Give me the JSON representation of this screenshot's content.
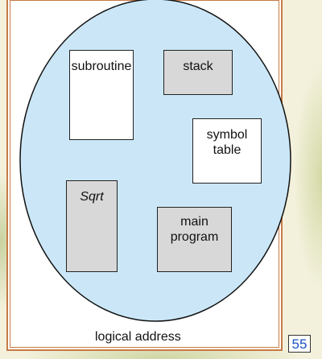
{
  "diagram": {
    "caption": "logical address",
    "segments": {
      "subroutine": "subroutine",
      "stack": "stack",
      "symbol_table_line1": "symbol",
      "symbol_table_line2": "table",
      "sqrt": "Sqrt",
      "main_program_line1": "main",
      "main_program_line2": "program"
    }
  },
  "slide": {
    "page_number": "55"
  },
  "colors": {
    "oval_fill": "#cbe7f7",
    "segment_white": "#ffffff",
    "segment_gray": "#d8d8d8",
    "frame_border": "#c77a45",
    "page_number_text": "#1a52c4"
  }
}
